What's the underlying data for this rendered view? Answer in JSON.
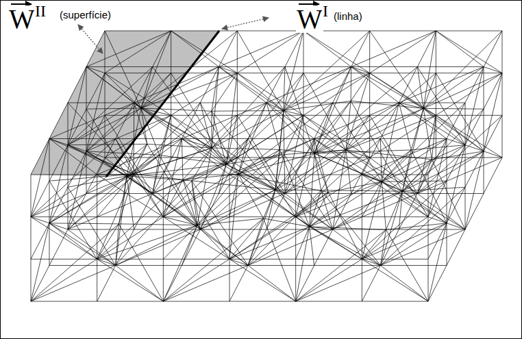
{
  "diagram": {
    "labels": [
      "W",
      "II",
      "(superfície)",
      "W",
      "I",
      "(linha)"
    ]
  }
}
